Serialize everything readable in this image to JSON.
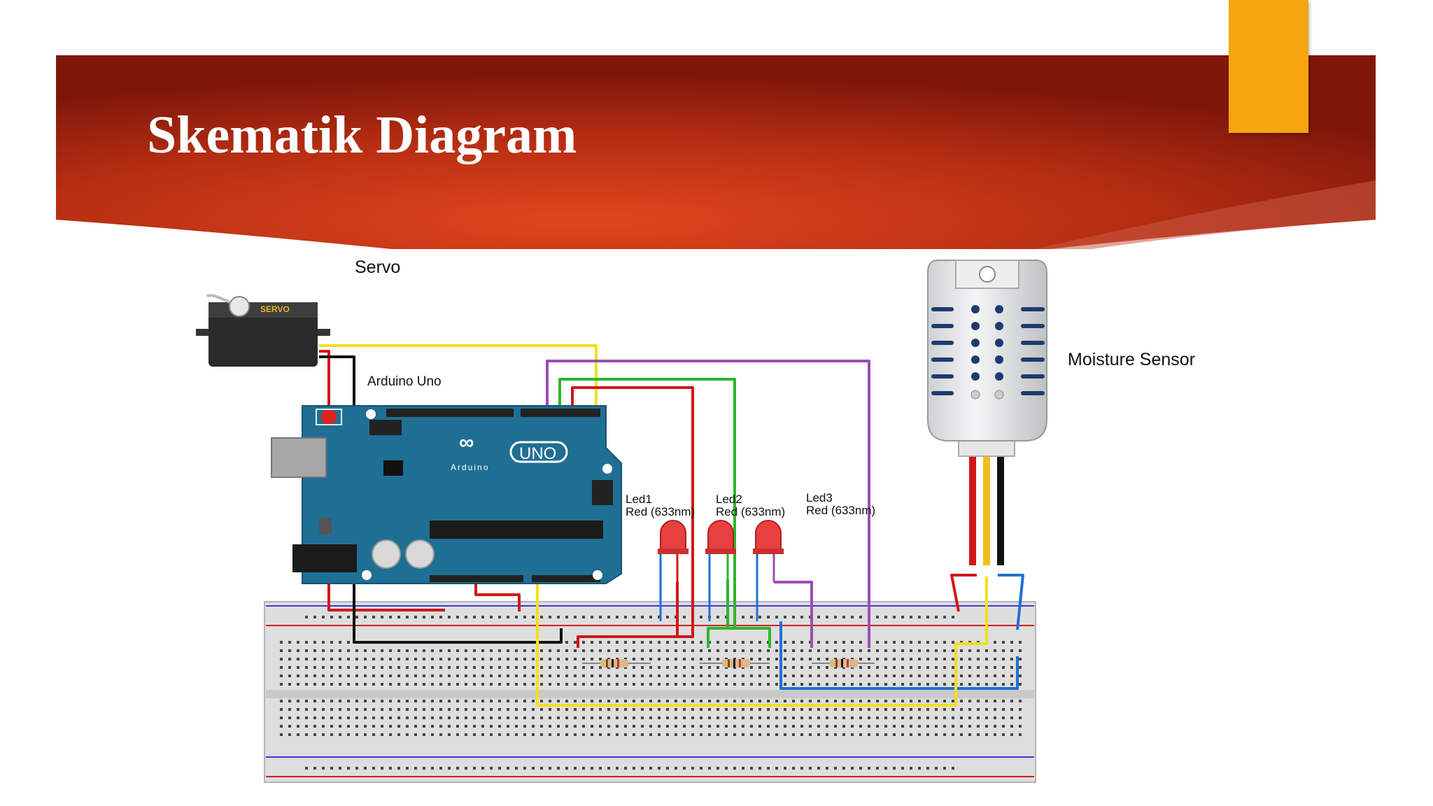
{
  "slide": {
    "title": "Skematik Diagram"
  },
  "diagram": {
    "servo_label": "Servo",
    "servo_body_text": "SERVO",
    "arduino_label": "Arduino Uno",
    "arduino_logo_text": "UNO",
    "arduino_brand_text": "Arduino",
    "sensor_label": "Moisture Sensor",
    "leds": [
      {
        "name": "Led1",
        "desc": "Red (633nm)"
      },
      {
        "name": "Led2",
        "desc": "Red (633nm)"
      },
      {
        "name": "Led3",
        "desc": "Red (633nm)"
      }
    ]
  },
  "colors": {
    "banner_dark": "#7a1408",
    "banner_light": "#d9431c",
    "accent": "#f5a50f",
    "board": "#1f6f94",
    "wire_red": "#d01818",
    "wire_yellow": "#f2e01a",
    "wire_green": "#2db52d",
    "wire_purple": "#9a4fb0",
    "wire_blue": "#1f6fd6",
    "wire_black": "#111111"
  }
}
